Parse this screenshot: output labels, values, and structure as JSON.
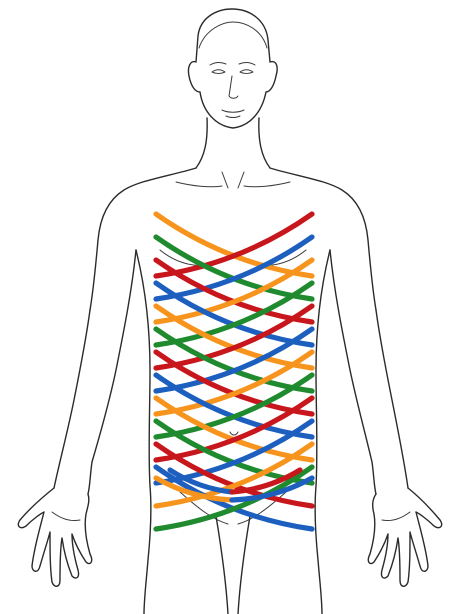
{
  "figure": {
    "subject": "front-view-human-torso",
    "band_colors": {
      "orange": "#f7941d",
      "red": "#c8161d",
      "green": "#1f8a2e",
      "blue": "#1d5fbf"
    },
    "band_order_left_side_top_to_bottom": [
      "orange",
      "green",
      "red",
      "blue"
    ]
  }
}
